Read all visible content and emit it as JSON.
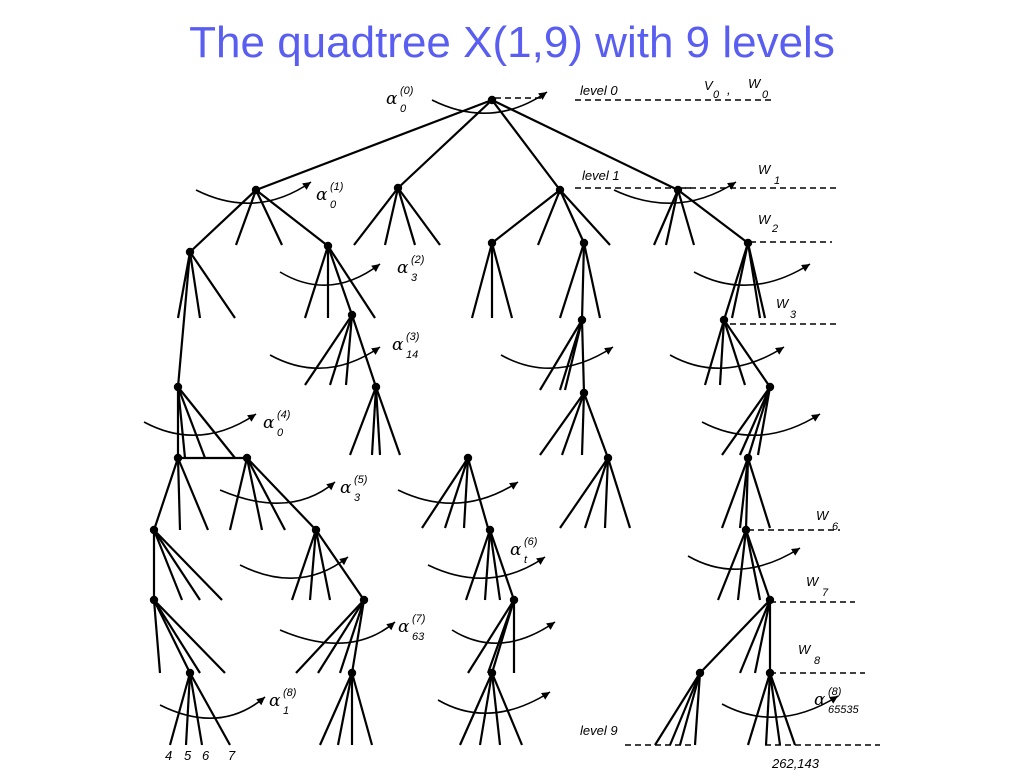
{
  "title": "The quadtree X(1,9) with 9 levels",
  "level_labels": {
    "level0": "level 0",
    "level1": "level 1",
    "level9": "level 9"
  },
  "space_labels": {
    "v0": "V",
    "v0_sub": "0",
    "sep": ",",
    "w0": "W",
    "w0_sub": "0",
    "w1": "W",
    "w1_sub": "1",
    "w2": "W",
    "w2_sub": "2",
    "w3": "W",
    "w3_sub": "3",
    "w6": "W",
    "w6_sub": "6",
    "w7": "W",
    "w7_sub": "7",
    "w8": "W",
    "w8_sub": "8"
  },
  "alpha_labels": [
    {
      "sup": "(0)",
      "sub": "0"
    },
    {
      "sup": "(1)",
      "sub": "0"
    },
    {
      "sup": "(2)",
      "sub": "3"
    },
    {
      "sup": "(3)",
      "sub": "14"
    },
    {
      "sup": "(4)",
      "sub": "0"
    },
    {
      "sup": "(5)",
      "sub": "3"
    },
    {
      "sup": "(6)",
      "sub": "t"
    },
    {
      "sup": "(7)",
      "sub": "63"
    },
    {
      "sup": "(8)",
      "sub": "1"
    },
    {
      "sup": "(8)",
      "sub": "65535"
    }
  ],
  "alpha_symbol": "α",
  "leaf_labels": [
    "4",
    "5",
    "6",
    "7"
  ],
  "count_label": "262,143"
}
